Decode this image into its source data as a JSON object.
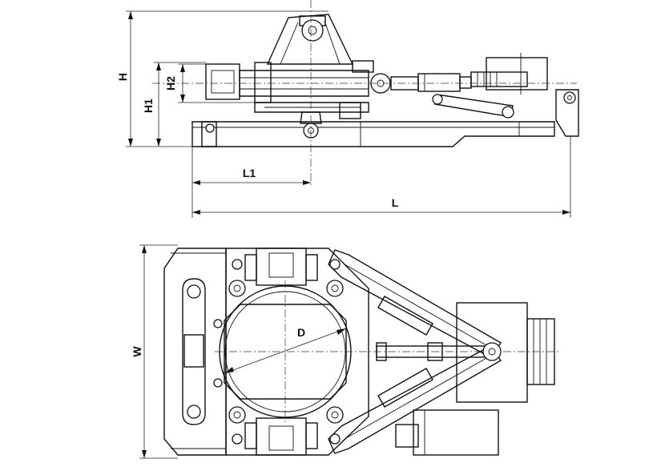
{
  "labels": {
    "H": "H",
    "H1": "H1",
    "H2": "H2",
    "L1": "L1",
    "L": "L",
    "D": "D",
    "W": "W"
  }
}
